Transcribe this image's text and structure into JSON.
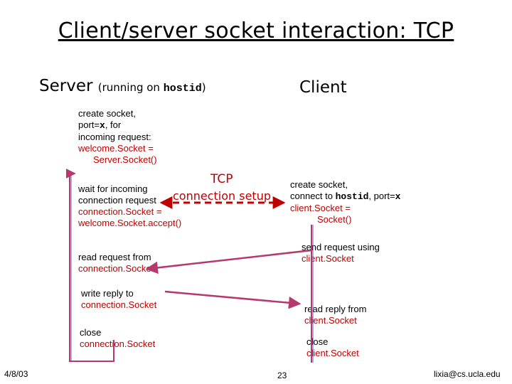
{
  "title": "Client/server socket interaction: TCP",
  "headers": {
    "server": "Server",
    "server_note_prefix": "(running on ",
    "server_host": "hostid",
    "server_note_suffix": ")",
    "client": "Client"
  },
  "server_steps": {
    "create": {
      "line1": "create socket,",
      "line2_prefix": "port=",
      "line2_var": "x",
      "line2_suffix": ", for",
      "line3": "incoming request:",
      "line4": "welcome.Socket =",
      "line5": "Server.Socket()"
    },
    "wait": {
      "line1": "wait for incoming",
      "line2": "connection request",
      "line3": "connection.Socket =",
      "line4": "welcome.Socket.accept()"
    },
    "read": {
      "line1": "read request from",
      "line2": "connection.Socket"
    },
    "write": {
      "line1": "write reply to",
      "line2": "connection.Socket"
    },
    "close": {
      "line1": "close",
      "line2": "connection.Socket"
    }
  },
  "client_steps": {
    "create": {
      "line1": "create socket,",
      "line2_prefix": "connect to ",
      "line2_host": "hostid",
      "line2_mid": ", port=",
      "line2_var": "x",
      "line3": "client.Socket =",
      "line4": "Socket()"
    },
    "send": {
      "line1": "send request using",
      "line2": "client.Socket"
    },
    "read": {
      "line1": "read reply from",
      "line2": "client.Socket"
    },
    "close": {
      "line1": "close",
      "line2": "client.Socket"
    }
  },
  "tcp_label": {
    "line1": "TCP",
    "line2": "connection setup"
  },
  "footer": {
    "date": "4/8/03",
    "page": "23",
    "email": "lixia@cs.ucla.edu"
  },
  "colors": {
    "arrow": "#b5386f",
    "dashed": "#c00000",
    "timeline": "#4060c0",
    "highlight": "#c00000"
  }
}
